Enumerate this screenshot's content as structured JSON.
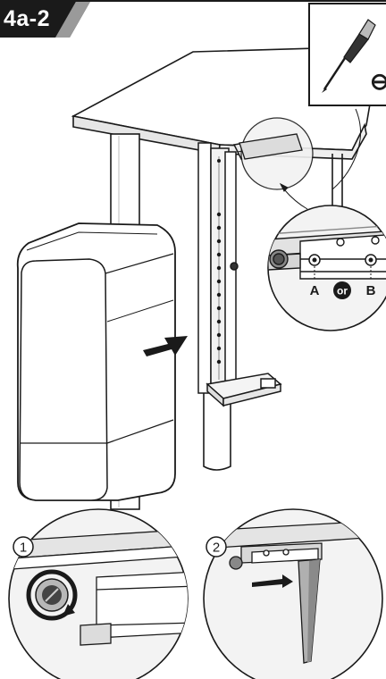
{
  "header": {
    "step_label": "4a-2"
  },
  "tool_inset": {
    "slot_symbol": "⊖"
  },
  "detail_zoom": {
    "hole_a": "A",
    "or_word": "or",
    "hole_b": "B"
  },
  "steps": [
    {
      "number": "1"
    },
    {
      "number": "2"
    }
  ]
}
